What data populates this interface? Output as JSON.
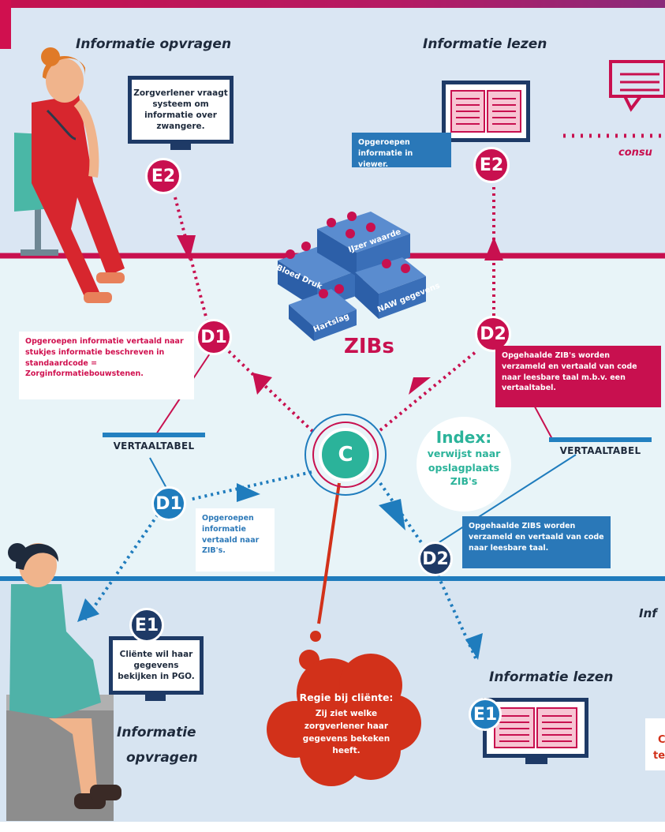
{
  "headings": {
    "top_left": "Informatie opvragen",
    "top_center": "Informatie lezen",
    "bottom_right": "Informatie lezen",
    "bottom_left_line1": "Informatie",
    "bottom_left_line2": "opvragen"
  },
  "monitors": {
    "zorgverlener": "Zorgverlener vraagt systeem om informatie over zwangere.",
    "viewer_caption": "Opgeroepen informatie in viewer.",
    "clientе": "Cliënte wil haar gegevens bekijken in PGO."
  },
  "badges": {
    "e2_left": "E2",
    "e2_right": "E2",
    "d1_pink": "D1",
    "d2_pink": "D2",
    "d1_blue": "D1",
    "d2_blue": "D2",
    "e1_left": "E1",
    "e1_right": "E1",
    "c": "C"
  },
  "notes": {
    "d1_pink": "Opgeroepen informatie vertaald naar stukjes informatie beschreven in standaardcode = Zorginformatiebouwstenen.",
    "d2_pink": "Opgehaalde ZIB's worden verzameld en vertaald van code naar leesbare taal m.b.v. een vertaaltabel.",
    "d1_blue": "Opgeroepen informatie vertaald naar ZIB's.",
    "d2_blue": "Opgehaalde ZIBS worden verzameld en vertaald van code naar leesbare taal."
  },
  "vertaaltabel_left": "VERTAALTABEL",
  "vertaaltabel_right": "VERTAALTABEL",
  "zibs": {
    "title": "ZIBs",
    "bricks": [
      "IJzer waarde",
      "Bloed Druk",
      "NAW gegevens",
      "Hartslag"
    ]
  },
  "index": {
    "title": "Index:",
    "line1": "verwijst naar",
    "line2": "opslagplaats",
    "line3": "ZIB's"
  },
  "regie": {
    "title": "Regie bij cliënte:",
    "line1": "Zij ziet welke",
    "line2": "zorgverlener haar",
    "line3": "gegevens bekeken",
    "line4": "heeft."
  },
  "partials": {
    "consult": "consu",
    "info_right": "Inf",
    "c_right": "C",
    "te_right": "te"
  },
  "colors": {
    "pink": "#c8104f",
    "blue": "#1f7cbd",
    "navy": "#1e3a66",
    "teal": "#2bb39a",
    "band_top": "#dae6f3",
    "band_mid": "#e8f4f8",
    "band_bottom": "#d7e4f1",
    "cloud_red": "#d2311a"
  }
}
